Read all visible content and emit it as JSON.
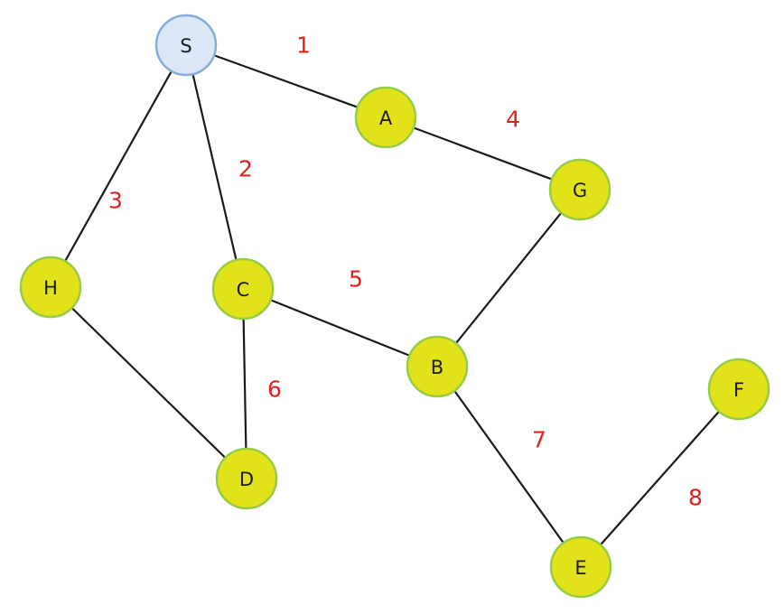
{
  "colors": {
    "start_fill": "#dce7f7",
    "start_stroke": "#86acd9",
    "node_fill": "#e2e21a",
    "node_stroke": "#96cc45",
    "weight_text": "#e0201d",
    "edge": "#1a1a1a"
  },
  "nodes": [
    {
      "id": "S",
      "label": "S",
      "start": true
    },
    {
      "id": "A",
      "label": "A"
    },
    {
      "id": "G",
      "label": "G"
    },
    {
      "id": "H",
      "label": "H"
    },
    {
      "id": "C",
      "label": "C"
    },
    {
      "id": "B",
      "label": "B"
    },
    {
      "id": "D",
      "label": "D"
    },
    {
      "id": "F",
      "label": "F"
    },
    {
      "id": "E",
      "label": "E"
    }
  ],
  "edges": [
    {
      "from": "S",
      "to": "A",
      "weight": "1"
    },
    {
      "from": "S",
      "to": "C",
      "weight": "2"
    },
    {
      "from": "S",
      "to": "H",
      "weight": "3"
    },
    {
      "from": "A",
      "to": "G",
      "weight": "4"
    },
    {
      "from": "C",
      "to": "B",
      "weight": "5"
    },
    {
      "from": "C",
      "to": "D",
      "weight": "6"
    },
    {
      "from": "B",
      "to": "E",
      "weight": "7"
    },
    {
      "from": "E",
      "to": "F",
      "weight": "8"
    },
    {
      "from": "H",
      "to": "D",
      "weight": ""
    },
    {
      "from": "G",
      "to": "B",
      "weight": ""
    }
  ]
}
